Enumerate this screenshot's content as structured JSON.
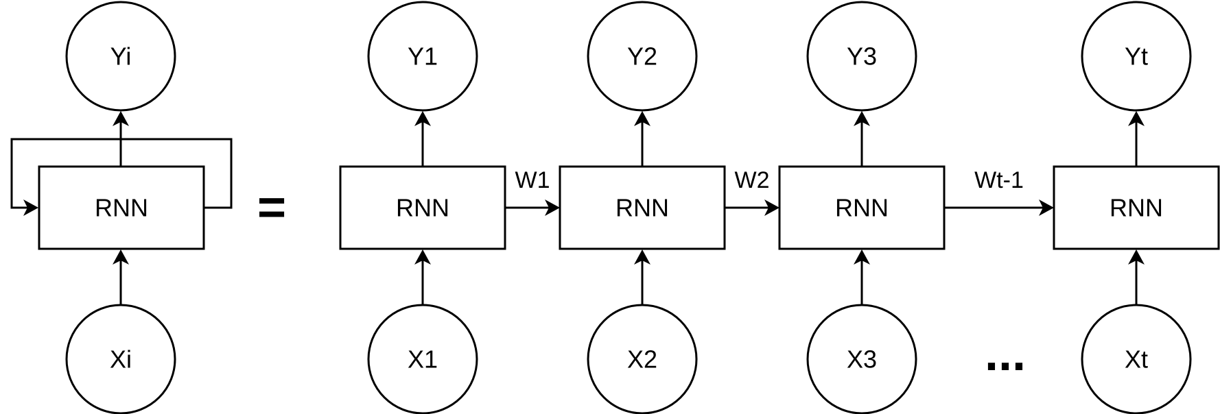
{
  "diagram": {
    "folded": {
      "output": "Yi",
      "cell": "RNN",
      "input": "Xi"
    },
    "equals": "=",
    "ellipsis": "...",
    "steps": [
      {
        "output": "Y1",
        "cell": "RNN",
        "input": "X1"
      },
      {
        "output": "Y2",
        "cell": "RNN",
        "input": "X2"
      },
      {
        "output": "Y3",
        "cell": "RNN",
        "input": "X3"
      },
      {
        "output": "Yt",
        "cell": "RNN",
        "input": "Xt"
      }
    ],
    "edges": [
      {
        "from": 0,
        "to": 1,
        "label": "W1"
      },
      {
        "from": 1,
        "to": 2,
        "label": "W2"
      },
      {
        "from": 2,
        "to": 3,
        "label": "Wt-1"
      }
    ],
    "colors": {
      "stroke": "#000000",
      "background": "#ffffff"
    }
  }
}
